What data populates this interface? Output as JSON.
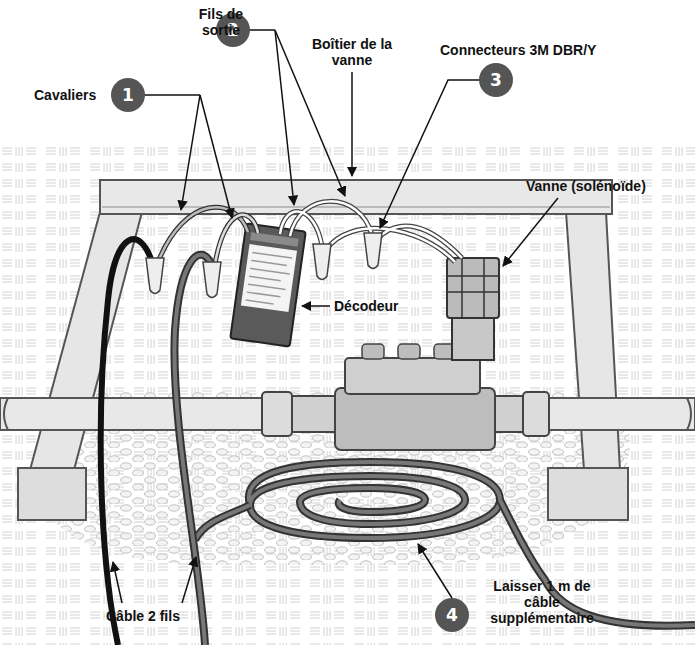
{
  "diagram": {
    "nodes": [
      {
        "text": [
          "1"
        ]
      },
      {
        "text": [
          "2"
        ]
      },
      {
        "text": [
          "3"
        ]
      },
      {
        "text": [
          "4"
        ]
      }
    ],
    "labels": [
      "Fils de sortie",
      "Boîtier de la vanne",
      "Connecteurs 3M DBR/Y",
      "Cavaliers",
      "Vanne (solénoïde)",
      "Décodeur",
      "Laisser 1 m de câble supplémentaire",
      "Câble 2 fils"
    ]
  }
}
